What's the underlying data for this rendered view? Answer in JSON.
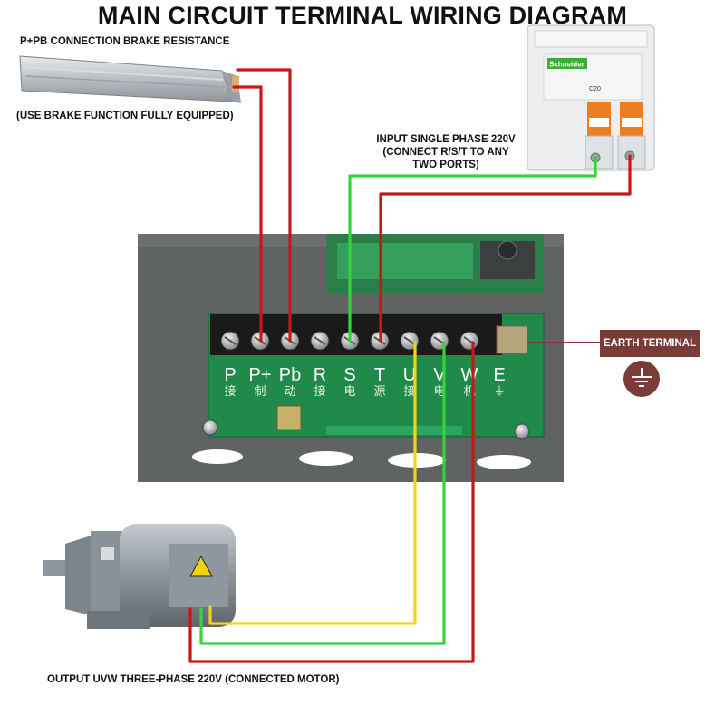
{
  "title": "MAIN CIRCUIT TERMINAL WIRING DIAGRAM",
  "brake": {
    "top_label": "P+PB CONNECTION BRAKE RESISTANCE",
    "bottom_label": "(USE BRAKE FUNCTION FULLY EQUIPPED)"
  },
  "input": {
    "line1": "INPUT SINGLE PHASE 220V",
    "line2": "(CONNECT R/S/T TO ANY",
    "line3": "TWO PORTS)"
  },
  "breaker": {
    "brand": "Schneider",
    "model": "C20"
  },
  "earth": {
    "label": "EARTH TERMINAL"
  },
  "output": {
    "label": "OUTPUT UVW THREE-PHASE 220V (CONNECTED MOTOR)"
  },
  "terminals": [
    {
      "id": "P",
      "cn": "接"
    },
    {
      "id": "P+",
      "cn": "制"
    },
    {
      "id": "Pb",
      "cn": "动"
    },
    {
      "id": "R",
      "cn": "接"
    },
    {
      "id": "S",
      "cn": "电"
    },
    {
      "id": "T",
      "cn": "源"
    },
    {
      "id": "U",
      "cn": "接"
    },
    {
      "id": "V",
      "cn": "电"
    },
    {
      "id": "W",
      "cn": "机"
    },
    {
      "id": "E",
      "cn": "⏚"
    }
  ],
  "colors": {
    "wire_red": "#c8171b",
    "wire_green": "#35d43a",
    "wire_yellow": "#f2d41c",
    "enclosure": "#5f6361",
    "board": "#1f8a4a",
    "earth_box": "#7b3b38",
    "breaker_orange": "#ee7d1f"
  }
}
